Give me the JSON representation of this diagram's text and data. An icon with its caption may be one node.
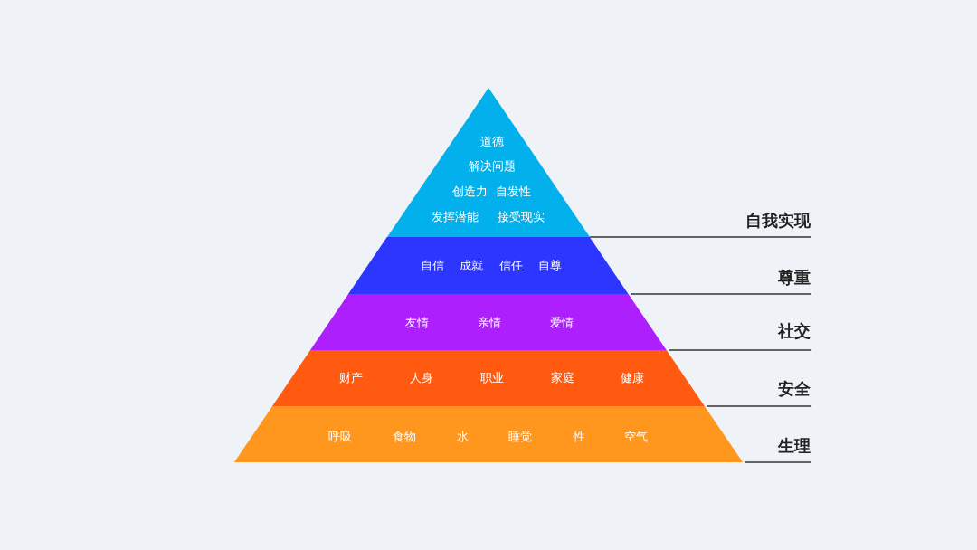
{
  "diagram": {
    "nodes": [
      {
        "text": [
          "道德",
          "解决问题",
          "创造力",
          "自发性",
          "发挥潜能",
          "接受现实"
        ]
      },
      {
        "text": [
          "自信",
          "成就",
          "信任",
          "自尊"
        ]
      },
      {
        "text": [
          "友情",
          "亲情",
          "爱情"
        ]
      },
      {
        "text": [
          "财产",
          "人身",
          "职业",
          "家庭",
          "健康"
        ]
      },
      {
        "text": [
          "呼吸",
          "食物",
          "水",
          "睡觉",
          "性",
          "空气"
        ]
      }
    ],
    "labels": [
      "自我实现",
      "尊重",
      "社交",
      "安全",
      "生理"
    ]
  }
}
